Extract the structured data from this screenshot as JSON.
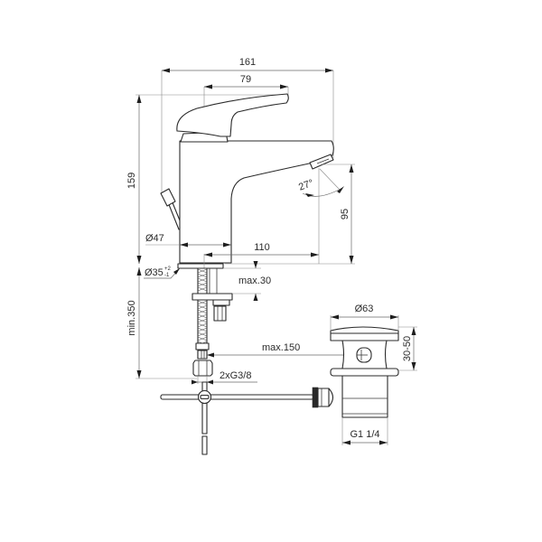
{
  "drawing": {
    "title": "Basin mixer technical drawing with pop-up waste",
    "line_color": "#2a2a2a",
    "dimension_color": "#6a6a6a",
    "background": "#ffffff"
  },
  "dimensions": {
    "overall_width": "161",
    "lever_length": "79",
    "overall_height": "159",
    "spout_angle": "27°",
    "spout_height": "95",
    "body_diameter": "Ø47",
    "spout_reach": "110",
    "hole_diameter": "Ø35",
    "hole_tolerance_upper": "+2",
    "hole_tolerance_lower": "-1",
    "max_deck_thickness": "max.30",
    "min_hose_length": "min.350",
    "connection_thread": "2xG3/8",
    "max_rod_distance": "max.150",
    "waste_diameter": "Ø63",
    "waste_adjust_range": "30-50",
    "waste_thread": "G1 1/4"
  }
}
